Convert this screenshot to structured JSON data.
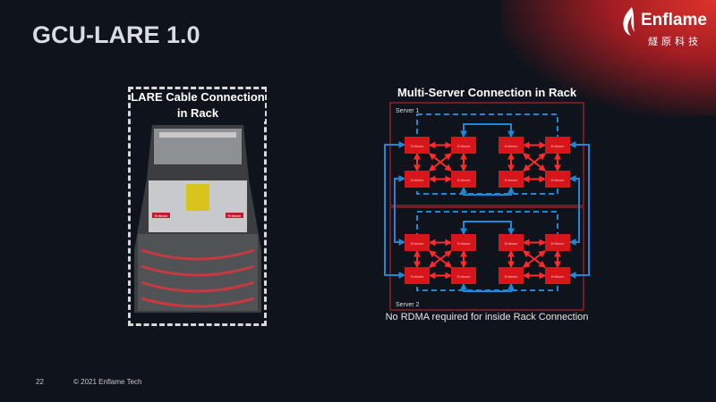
{
  "slide": {
    "title": "GCU-LARE 1.0",
    "page_number": "22",
    "copyright": "© 2021 Enflame Tech"
  },
  "logo": {
    "name": "Enflame",
    "chinese": "燧原科技",
    "icon": "flame-icon"
  },
  "left_panel": {
    "title": "LARE Cable Connection in Rack",
    "rack_labels": [
      "Enflame",
      "Enflame"
    ]
  },
  "diagram": {
    "title": "Multi-Server Connection in Rack",
    "servers": [
      "Server 1",
      "Server 2"
    ],
    "chip_label": "Enflame",
    "caption": "No RDMA required for inside Rack Connection"
  },
  "colors": {
    "background": "#0f131b",
    "chip": "#d7161c",
    "link_intra": "#ff2a2a",
    "link_cable": "#1e88d8",
    "server_border": "#c8282b"
  }
}
